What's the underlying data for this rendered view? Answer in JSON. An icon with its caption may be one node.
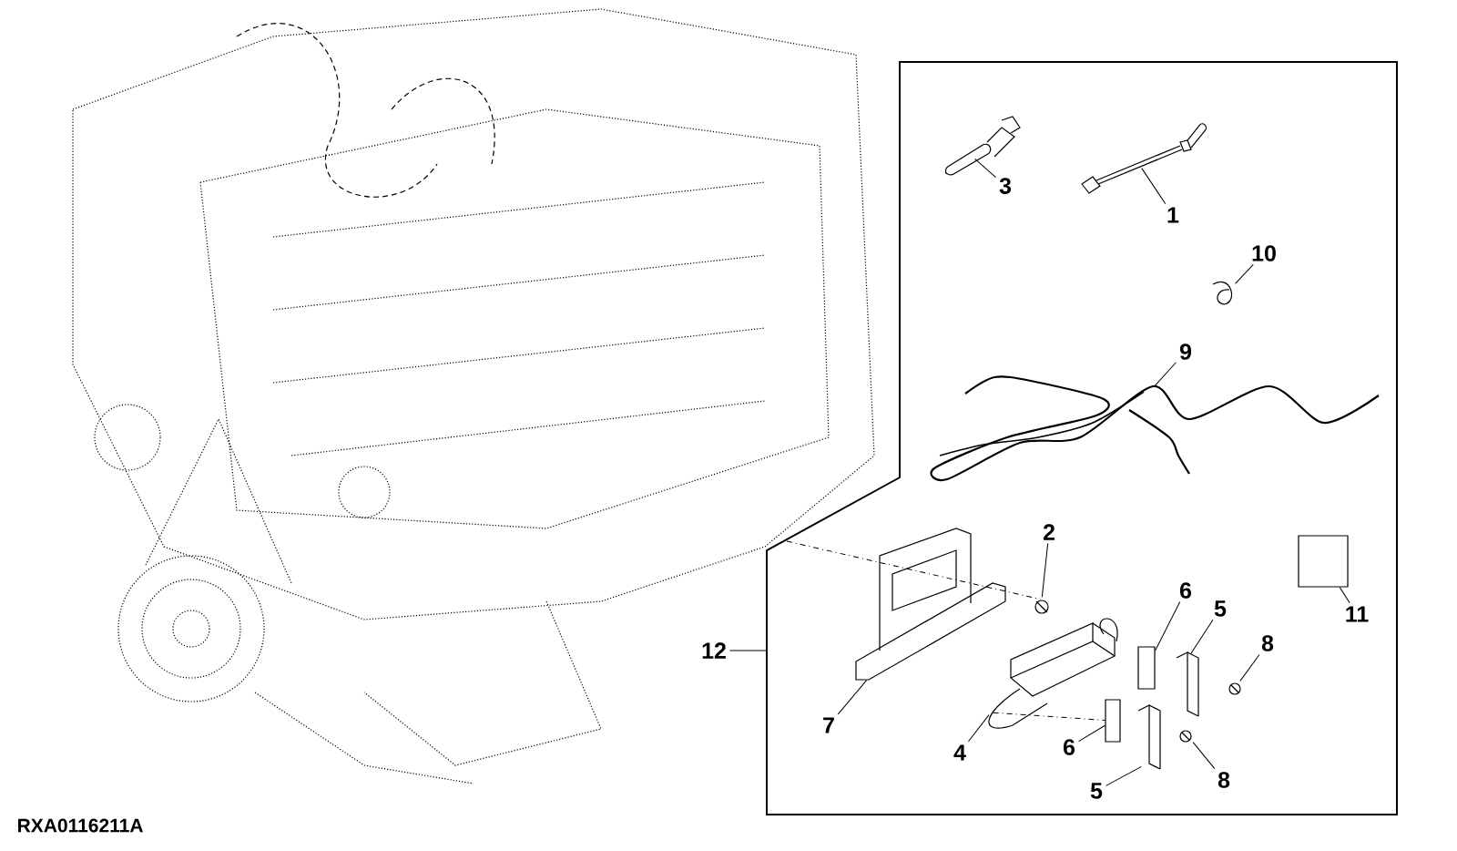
{
  "diagram": {
    "nodes": [
      {
        "text": [],
        "shape": "box"
      },
      {
        "text": [
          "3"
        ],
        "in": 0
      },
      {
        "text": [],
        "shape": "picture",
        "in": 0
      },
      {
        "text": [
          "1"
        ],
        "in": 0
      },
      {
        "text": [],
        "shape": "picture",
        "in": 0
      },
      {
        "text": [
          "10"
        ],
        "in": 0
      },
      {
        "text": [],
        "shape": "picture",
        "in": 0
      },
      {
        "text": [
          "9"
        ],
        "in": 0
      },
      {
        "text": [],
        "shape": "picture",
        "in": 0
      },
      {
        "text": [
          "2"
        ],
        "in": 0
      },
      {
        "text": [],
        "shape": "picture",
        "in": 0
      },
      {
        "text": [
          "6"
        ],
        "in": 0
      },
      {
        "text": [],
        "shape": "box",
        "in": 0
      },
      {
        "text": [
          "5"
        ],
        "in": 0
      },
      {
        "text": [],
        "shape": "picture",
        "in": 0
      },
      {
        "text": [
          "11"
        ],
        "in": 0
      },
      {
        "text": [],
        "shape": "box",
        "in": 0
      },
      {
        "text": [
          "12"
        ]
      },
      {
        "text": [
          "8"
        ],
        "in": 0
      },
      {
        "text": [],
        "shape": "picture",
        "in": 0
      },
      {
        "text": [
          "7"
        ],
        "in": 0
      },
      {
        "text": [],
        "shape": "picture",
        "in": 0
      },
      {
        "text": [
          "4"
        ],
        "in": 0
      },
      {
        "text": [],
        "shape": "picture",
        "in": 0
      },
      {
        "text": [
          "6"
        ],
        "in": 0
      },
      {
        "text": [],
        "shape": "box",
        "in": 0
      },
      {
        "text": [
          "8"
        ],
        "in": 0
      },
      {
        "text": [],
        "shape": "picture",
        "in": 0
      },
      {
        "text": [
          "5"
        ],
        "in": 0
      },
      {
        "text": [],
        "shape": "picture",
        "in": 0
      }
    ],
    "edges": [
      {
        "from": 1,
        "to": 2,
        "arrow": "none"
      },
      {
        "from": 3,
        "to": 4,
        "arrow": "none"
      },
      {
        "from": 5,
        "to": 6,
        "arrow": "none"
      },
      {
        "from": 7,
        "to": 8,
        "arrow": "none"
      },
      {
        "from": 9,
        "to": 10,
        "arrow": "none"
      },
      {
        "from": 11,
        "to": 12,
        "arrow": "none"
      },
      {
        "from": 13,
        "to": 14,
        "arrow": "none"
      },
      {
        "from": 15,
        "to": 16,
        "arrow": "none"
      },
      {
        "from": 17,
        "to": 0,
        "arrow": "none"
      },
      {
        "from": 18,
        "to": 19,
        "arrow": "none"
      },
      {
        "from": 20,
        "to": 21,
        "arrow": "none"
      },
      {
        "from": 22,
        "to": 23,
        "arrow": "none"
      },
      {
        "from": 24,
        "to": 25,
        "arrow": "none"
      },
      {
        "from": 26,
        "to": 27,
        "arrow": "none"
      },
      {
        "from": 28,
        "to": 29,
        "arrow": "none"
      },
      {
        "from": null,
        "to": 10,
        "arrow": "none",
        "style": "dashed"
      },
      {
        "from": 23,
        "to": 25,
        "arrow": "none",
        "style": "dashed"
      }
    ],
    "labels": [
      "RXA0116211A"
    ]
  }
}
